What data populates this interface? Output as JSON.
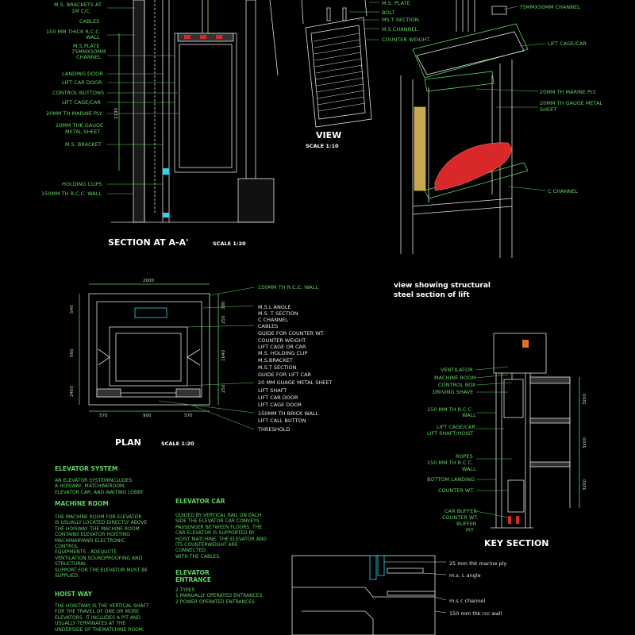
{
  "colors": {
    "line": "#e0e0e0",
    "green": "#5fd35f",
    "cyan": "#2fd6e6",
    "red": "#d8282a",
    "orange": "#e07020"
  },
  "section_aa": {
    "title": "SECTION AT A-A'",
    "scale": "SCALE 1:20",
    "dim": "2130",
    "labels": [
      "M.S. BRACKETS AT",
      "1M C/C",
      "CABLES",
      "150 MM THICK R.C.C.",
      "WALL",
      "M.S.PLATE",
      "75MMX50MM",
      "CHANNEL",
      "LANDING DOOR",
      "LIFT CAR DOOR",
      "CONTROL BUTTONS",
      "LIFT CAGE/CAR",
      "20MM TH MARINE PLY.",
      "20MM THK GAUGE",
      "METAL SHEET",
      "M.S. BRACKET",
      "HOLDING CLIPS",
      "150MM TH R.C.C. WALL"
    ]
  },
  "view": {
    "title": "VIEW",
    "scale": "SCALE 1:10",
    "labels": [
      "M.S. PLATE",
      "BOLT",
      "MS T SECTION.",
      "M.S CHANNEL.",
      "COUNTER WEIGHT."
    ]
  },
  "structural": {
    "caption_1": "view showing structural",
    "caption_2": "steel section of lift",
    "labels": [
      "75MMX50MM CHANNEL",
      "LIFT CAGE/CAR",
      "20MM TH MARINE PLY.",
      "20MM TH GAUGE METAL",
      "SHEET",
      "C CHANNEL"
    ]
  },
  "plan": {
    "title": "PLAN",
    "scale": "SCALE 1:20",
    "dims": [
      "2000",
      "540",
      "960",
      "2400",
      "570",
      "900",
      "570",
      "380",
      "250",
      "1640",
      "250"
    ],
    "labels": [
      "150MM TH R.C.C. WALL",
      "M.S.L ANGLE",
      "M.S. T SECTION",
      "C CHANNEL",
      "CABLES",
      "GUIDE FOR COUNTER WT.",
      "COUNTER WEIGHT",
      "LIFT CAGE OR CAR",
      "M.S. HOLDING CLIP",
      "M.S.BRACKET",
      "M.S.T SECTION",
      "GUIDE FOR LIFT CAR",
      "20 MM GUAGE METAL SHEET",
      "LIFT SHAFT",
      "LIFT CAR DOOR",
      "LIFT CAGE DOOR",
      "150MM TH BRICK WALL",
      "LIFT CALL BUTTON",
      "THRESHOLD"
    ]
  },
  "key_section": {
    "title": "KEY SECTION",
    "dims": [
      "3200",
      "3200",
      "3200"
    ],
    "labels": [
      "VENTILATOR",
      "MACHINE ROOM",
      "CONTROL BOX",
      "DRIVING SHAVE",
      "150 MM TH R.C.C.",
      "WALL",
      "LIFT CAGE/CAR",
      "LIFT SHAFT/HOIST",
      "ROPES",
      "150 MM TH R.C.C.",
      "WALL",
      "BOTTOM LANDING",
      "COUNTER WT.",
      "CAR BUFFER",
      "COUNTER WT.",
      "BUFFER",
      "PIT"
    ]
  },
  "detail": {
    "labels": [
      "25 mm thk marine ply",
      "m.s. L angle",
      "m.s c channel",
      "150 mm thk rcc wall"
    ]
  },
  "notes": {
    "elevator_system_h": "ELEVATOR    SYSTEM",
    "elevator_system": "AN ELEVATOR SYSTEMINCLUDES\nA HOISWAY, MATCHINEROOM,\nELEVATOR CAR, AND WAITING LOBBY.",
    "machine_room_h": "MACHINE ROOM",
    "machine_room": "THE MACHINE ROOM FOR ELEVATOR\nIS USUALLY LOCATED DIRECTLY ABOVE\n THE HOISWAY. THE MACHINE ROOM\nCONTAINS ELEVATOR HOISTING\nMACHINARYAND ELECTRONIC\nCONTROL\nEQUIPMENTS . ADEQUCTE\nVENTILATION SOUNDPROOFING AND\nSTRUCTURAL\nSUPPORT FOR THE ELEVATOR MUST BE\nSUPPLIED.",
    "hoist_way_h": "HOIST WAY",
    "hoist_way": "THE HOISTWAY IS THE VERTICAL SHAFT\nFOR THE TRAVEL OF ONE OR MORE\nELEVATORS. IT INCLUDES A PIT AND\n USUALLY TERMINATES AT THE\nUNDERSIDE OF THEMATCHINE ROOM.",
    "elevator_car_h": "ELEVATOR CAR",
    "elevator_car": "GUIDED BY VERTICAL RAIL ON EACH\nSIDE THE ELEVATOR CAR CONVEYS\nPASSENGER BETWEEN FLOORS. THE\nCAR ELEVATOR IS SUPPORTED BY\nHOIST MATCHINE. THE ELEVATOR AND\n ITS COUNTERWEIGHT ARE\nCONNECTED\n WITH THE CABLES.",
    "entrance_h1": "ELEVATOR",
    "entrance_h2": "ENTRANCE",
    "entrance": "2 TYPES\n1 MANUALLY OPERATED ENTRANCES\n2 POWER OPERATED ENTRANCES"
  }
}
